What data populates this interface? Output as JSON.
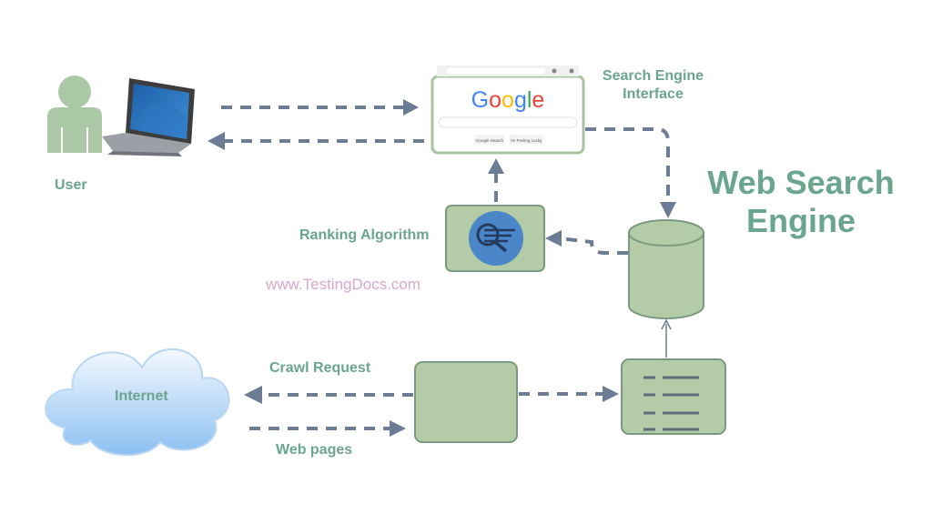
{
  "title": {
    "line1": "Web Search",
    "line2": "Engine"
  },
  "labels": {
    "user": "User",
    "search_engine_interface_line1": "Search Engine",
    "search_engine_interface_line2": "Interface",
    "ranking_algorithm": "Ranking Algorithm",
    "internet": "Internet",
    "crawl_request": "Crawl Request",
    "web_pages": "Web pages"
  },
  "watermark": "www.TestingDocs.com",
  "browser": {
    "logo_letters": [
      "G",
      "o",
      "o",
      "g",
      "l",
      "e"
    ],
    "button_search": "Google Search",
    "button_lucky": "I'm Feeling Lucky"
  },
  "colors": {
    "label_green": "#6aa58d",
    "box_fill": "#b3cca7",
    "box_stroke": "#7a9a80",
    "arrow": "#6c7c94",
    "watermark": "#d9a7c9"
  }
}
